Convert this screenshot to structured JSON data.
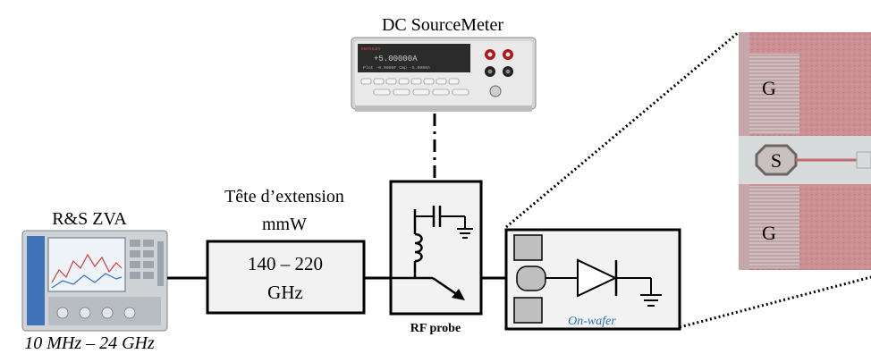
{
  "labels": {
    "sourcemeter": "DC SourceMeter",
    "vna": "R&S ZVA",
    "vna_range": "10 MHz – 24 GHz",
    "extension_line1": "Tête d’extension",
    "extension_line2": "mmW",
    "band_line1": "140 – 220",
    "band_line2": "GHz",
    "probe": "RF probe",
    "onwafer": "On-wafer",
    "pad_ground_top": "G",
    "pad_signal": "S",
    "pad_ground_bottom": "G"
  },
  "sourcemeter_display": {
    "line1": "+5.00000A",
    "line2": "Plot -0.0000F  Cmp -5.0000A",
    "brand": "KEITHLEY"
  },
  "colors": {
    "onwafer_text": "#2e74b5",
    "wafer_substrate": "#cc8f93",
    "wafer_pad": "#cdb4b4",
    "line": "#000000",
    "box_fill": "#f2f2f2"
  }
}
